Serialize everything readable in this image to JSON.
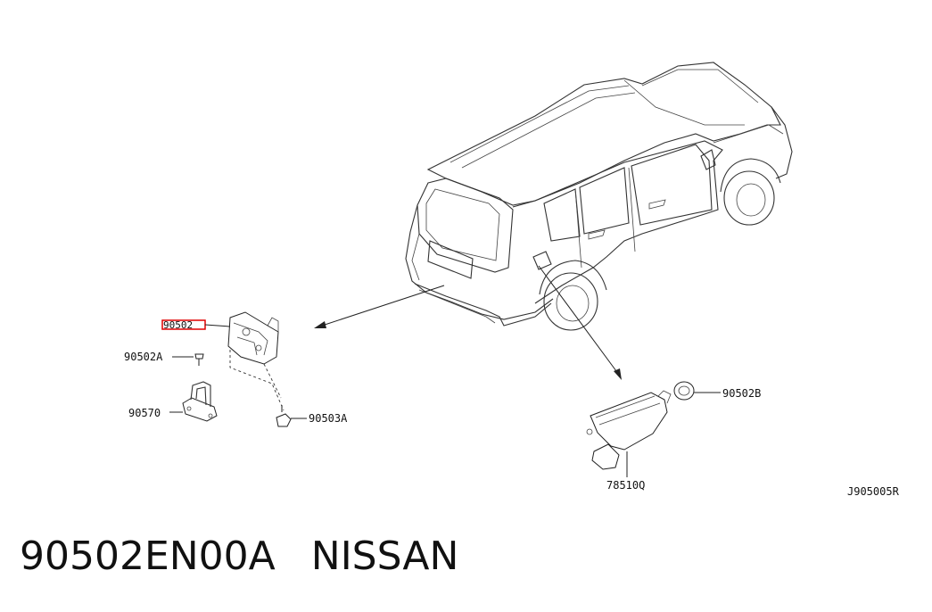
{
  "labels": {
    "highlight": "90502",
    "part_90502A": "90502A",
    "part_90570": "90570",
    "part_90503A": "90503A",
    "part_90502B": "90502B",
    "part_78510Q": "78510Q",
    "diagram_code": "J905005R"
  },
  "caption": {
    "part_number": "90502EN00A",
    "brand": "NISSAN"
  },
  "colors": {
    "highlight": "#e00000",
    "line": "#222222"
  }
}
